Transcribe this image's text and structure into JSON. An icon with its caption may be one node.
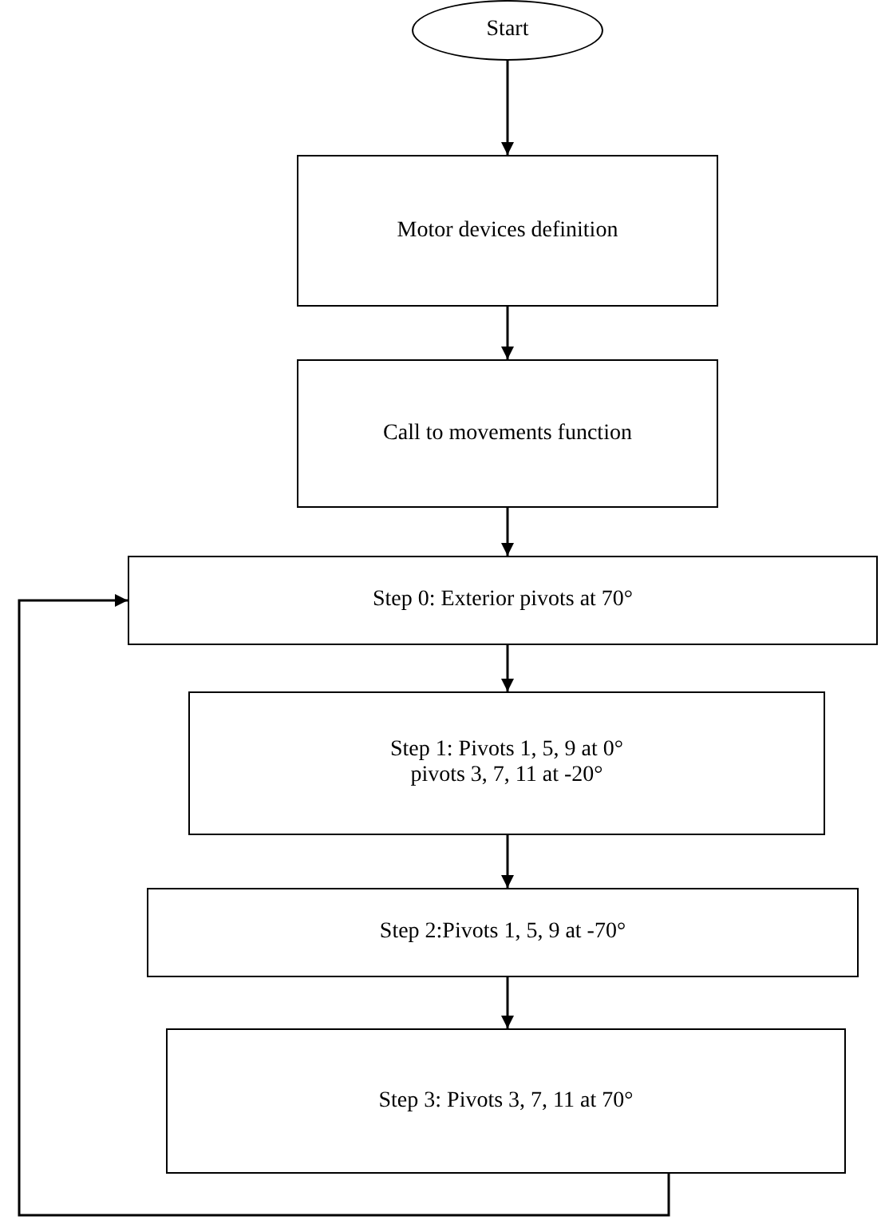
{
  "diagram": {
    "nodes": [
      {
        "text": [
          "Start"
        ]
      },
      {
        "text": [
          "Motor devices definition"
        ]
      },
      {
        "text": [
          "Call to movements function"
        ]
      },
      {
        "text": [
          "Step 0: Exterior pivots at 70°"
        ]
      },
      {
        "text": [
          "Step 1: Pivots 1, 5, 9 at 0° pivots 3, 7, 11 at -20°"
        ]
      },
      {
        "text": [
          "Step 2:Pivots 1, 5, 9 at -70°"
        ]
      },
      {
        "text": [
          "Step 3: Pivots 3, 7, 11 at 70°"
        ]
      }
    ],
    "edges": [
      {
        "from": 0,
        "to": 1,
        "arrow": "to"
      },
      {
        "from": 1,
        "to": 2,
        "arrow": "to"
      },
      {
        "from": 2,
        "to": 3,
        "arrow": "to"
      },
      {
        "from": 3,
        "to": 4,
        "arrow": "to"
      },
      {
        "from": 4,
        "to": 5,
        "arrow": "to"
      },
      {
        "from": 5,
        "to": 6,
        "arrow": "to"
      },
      {
        "from": 6,
        "to": 3,
        "arrow": "to"
      }
    ]
  }
}
